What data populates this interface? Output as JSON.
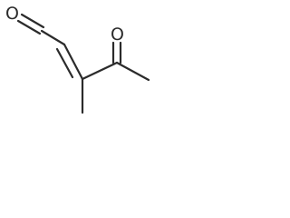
{
  "structure": {
    "atoms": [
      {
        "id": "o1",
        "symbol": "O"
      },
      {
        "id": "c1",
        "symbol": ""
      },
      {
        "id": "c2",
        "symbol": ""
      },
      {
        "id": "c3",
        "symbol": ""
      },
      {
        "id": "c4",
        "symbol": ""
      },
      {
        "id": "o2",
        "symbol": "O"
      },
      {
        "id": "c5",
        "symbol": ""
      },
      {
        "id": "c6",
        "symbol": ""
      }
    ],
    "bonds": [
      {
        "from": "o1",
        "to": "c1",
        "order": 2
      },
      {
        "from": "c1",
        "to": "c2",
        "order": 1
      },
      {
        "from": "c2",
        "to": "c3",
        "order": 2
      },
      {
        "from": "c3",
        "to": "c4",
        "order": 1
      },
      {
        "from": "c4",
        "to": "o2",
        "order": 2
      },
      {
        "from": "c4",
        "to": "c5",
        "order": 1
      },
      {
        "from": "c3",
        "to": "c6",
        "order": 1
      }
    ],
    "label_color": "#2b2b2b",
    "bond_color": "#2b2b2b"
  }
}
